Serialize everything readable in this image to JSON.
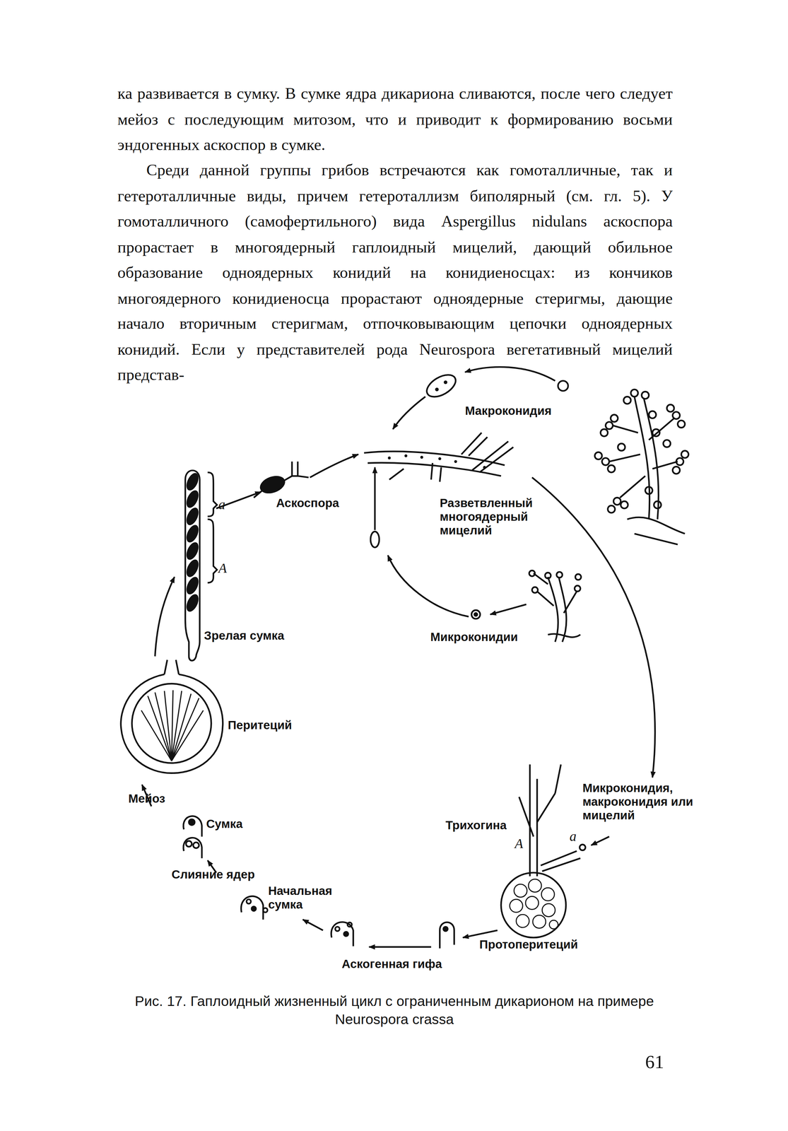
{
  "diagram": {
    "caption": "Рис. 17. Гаплоидный жизненный цикл с ограниченным дикарионом на примере Neurospora crassa",
    "labels": [
      "ка развивается в сумку. В сумке ядра дикариона сливаются, после чего следует мейоз с последующим митозом, что и приводит к формированию восьми эндогенных аскоспор в сумке.",
      "Среди данной группы грибов встречаются как гомоталличные, так и гетероталличные виды, причем гетероталлизм биполярный (см. гл. 5). У гомоталличного (самофертильного) вида Aspergillus nidulans аскоспора прорастает в многоядерный гаплоидный мицелий, дающий обильное образование одноядерных конидий на конидиеносцах: из кончиков многоядерного конидиеносца прорастают одноядерные стеригмы, дающие начало вторичным стеригмам, отпочковывающим цепочки одноядерных конидий. Если у представителей рода Neurospora вегетативный мицелий представ-",
      "Макроконидия",
      "Аскоспора",
      "a",
      "Разветвленный многоядерный мицелий",
      "A",
      "Зрелая сумка",
      "Микроконидии",
      "Перитеций",
      "Микроконидия, макроконидия или мицелий",
      "Мейоз",
      "Трихогина",
      "Сумка",
      "A",
      "a",
      "Слияние ядер",
      "Начальная сумка",
      "Протоперитеций",
      "Аскогенная гифа",
      "61"
    ]
  }
}
